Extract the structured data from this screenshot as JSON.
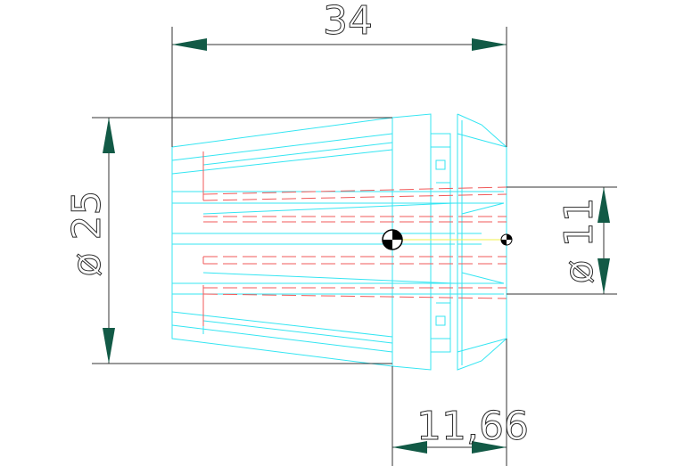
{
  "dimensions": {
    "length": "34",
    "outer_diameter": "ø 25",
    "bore_diameter": "ø 11",
    "nose_length": "11,66"
  },
  "colors": {
    "outline": "#34e5f2",
    "hidden_lines": "#f05a5a",
    "dimension_lines": "#333333",
    "arrows": "#125a46",
    "center_line": "#f2f24a"
  },
  "icons": {
    "center_mark": "center-of-mass-symbol"
  }
}
